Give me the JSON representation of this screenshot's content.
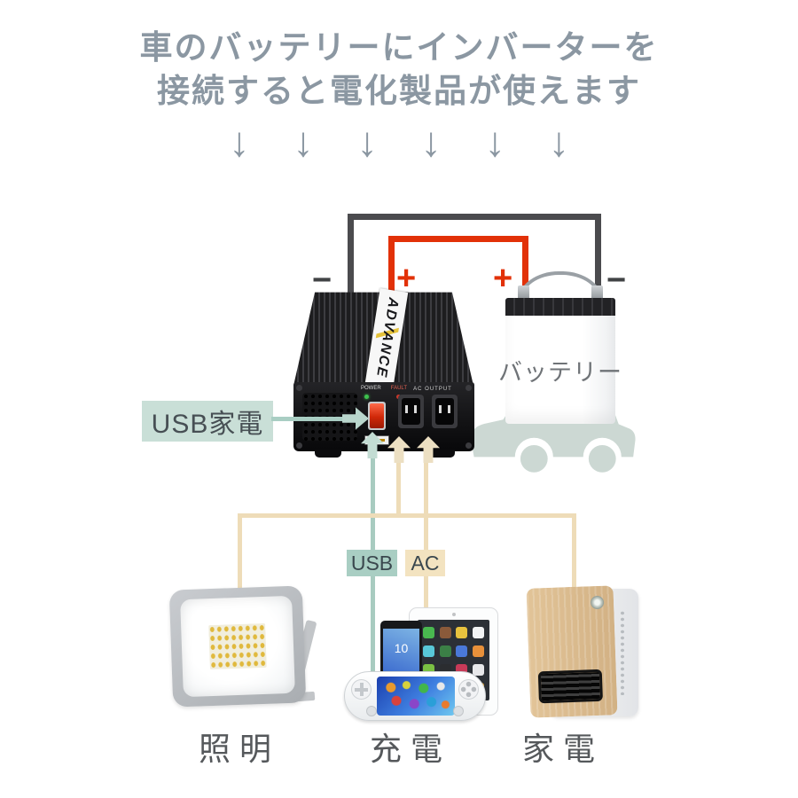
{
  "title": {
    "line1": "車のバッテリーにインバーターを",
    "line2": "接続すると電化製品が使えます"
  },
  "arrows": [
    "↓",
    "↓",
    "↓",
    "↓",
    "↓",
    "↓"
  ],
  "wiring": {
    "minus_left": "−",
    "plus_left": "+",
    "plus_right": "+",
    "minus_right": "−",
    "positive_color": "#e23108",
    "negative_color": "#4b4b4e"
  },
  "inverter": {
    "brand": "ADVANCE",
    "power_label": "POWER",
    "fault_label": "FAULT",
    "ac_output_label": "AC OUTPUT"
  },
  "battery": {
    "label": "バッテリー"
  },
  "connections": {
    "usb_appliance_label": "USB家電",
    "usb_tag": "USB",
    "ac_tag": "AC",
    "teal_color": "#a8cbc0",
    "beige_color": "#eedcb8",
    "teal_label_bg": "#c9dfd7",
    "beige_label_bg": "#f3e3c0"
  },
  "devices": {
    "lighting_label": "照明",
    "charging_label": "充電",
    "appliance_label": "家電",
    "phone_screen_time": "10"
  },
  "colors": {
    "title_gray": "#8b97a2",
    "car_silhouette": "#ccd8d3"
  }
}
